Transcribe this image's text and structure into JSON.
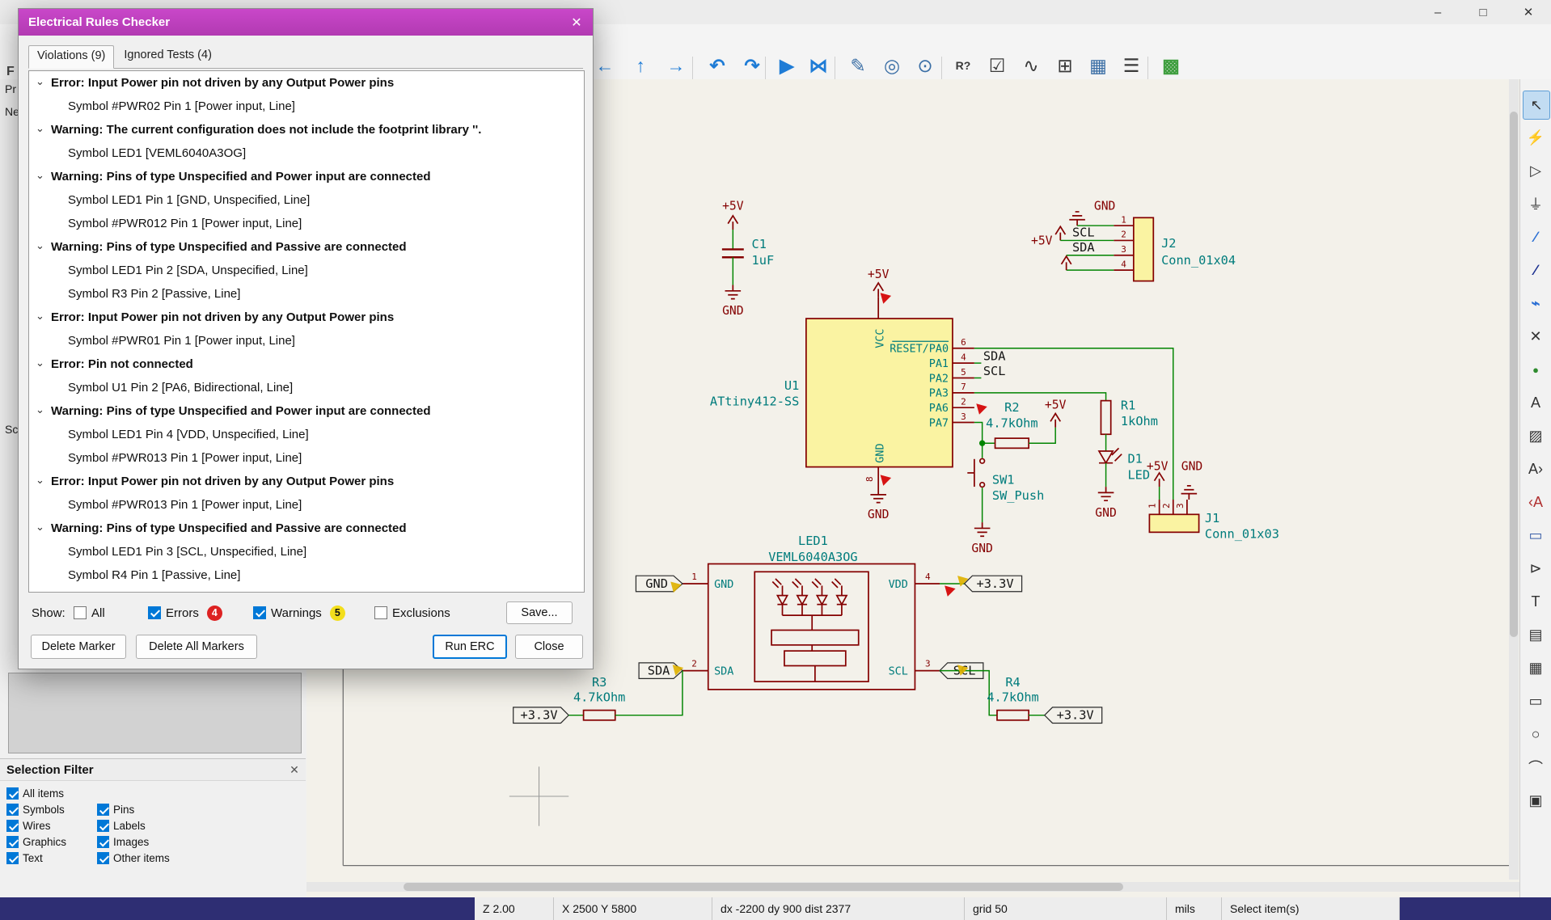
{
  "window": {
    "min": "–",
    "max": "□",
    "close": "✕"
  },
  "fragments": {
    "f": "F",
    "pr": "Pr",
    "ne": "Ne",
    "sc": "Sc"
  },
  "toolbar": {
    "icons": [
      {
        "name": "navigate-back",
        "glyph": "←"
      },
      {
        "name": "navigate-up",
        "glyph": "↑"
      },
      {
        "name": "navigate-forward",
        "glyph": "→"
      },
      {
        "name": "undo",
        "glyph": "↶"
      },
      {
        "name": "redo",
        "glyph": "↷"
      },
      {
        "name": "run",
        "glyph": "▶"
      },
      {
        "name": "mirror",
        "glyph": "⋈"
      },
      {
        "name": "edit-symbol",
        "glyph": "✎"
      },
      {
        "name": "find-symbol",
        "glyph": "◎"
      },
      {
        "name": "edit-footprint",
        "glyph": "⊙"
      },
      {
        "name": "annotate",
        "glyph": "R?"
      },
      {
        "name": "erc",
        "glyph": "☑"
      },
      {
        "name": "simulator",
        "glyph": "∿"
      },
      {
        "name": "assign-footprints",
        "glyph": "⊞"
      },
      {
        "name": "symbol-fields-table",
        "glyph": "▦"
      },
      {
        "name": "bom",
        "glyph": "☰"
      },
      {
        "name": "pcb-editor",
        "glyph": "▩"
      }
    ]
  },
  "rtoolbar": {
    "icons": [
      {
        "name": "cursor",
        "glyph": "↖"
      },
      {
        "name": "highlight-net",
        "glyph": "⚡"
      },
      {
        "name": "place-symbol",
        "glyph": "▷"
      },
      {
        "name": "place-power-port",
        "glyph": "⏚"
      },
      {
        "name": "draw-wire",
        "glyph": "∕"
      },
      {
        "name": "draw-bus",
        "glyph": "∕"
      },
      {
        "name": "bus-entry",
        "glyph": "⌁"
      },
      {
        "name": "no-connect-flag",
        "glyph": "✕"
      },
      {
        "name": "junction",
        "glyph": "●"
      },
      {
        "name": "net-label",
        "glyph": "A"
      },
      {
        "name": "netclass-directive",
        "glyph": "▨"
      },
      {
        "name": "global-label",
        "glyph": "A›"
      },
      {
        "name": "hierarchical-label",
        "glyph": "‹A"
      },
      {
        "name": "hierarchical-sheet",
        "glyph": "▭"
      },
      {
        "name": "sheet-pin",
        "glyph": "⊳"
      },
      {
        "name": "text",
        "glyph": "T"
      },
      {
        "name": "text-box",
        "glyph": "▤"
      },
      {
        "name": "table",
        "glyph": "▦"
      },
      {
        "name": "rectangle",
        "glyph": "▭"
      },
      {
        "name": "circle",
        "glyph": "○"
      },
      {
        "name": "arc",
        "glyph": "⌒"
      },
      {
        "name": "image",
        "glyph": "▣"
      }
    ]
  },
  "erc": {
    "title": "Electrical Rules Checker",
    "close_glyph": "✕",
    "chevron": "⌄",
    "tab_violations": "Violations (9)",
    "tab_ignored": "Ignored Tests (4)",
    "violations": [
      {
        "type": "error",
        "message": "Error: Input Power pin not driven by any Output Power pins",
        "items": [
          "Symbol #PWR02 Pin 1 [Power input, Line]"
        ]
      },
      {
        "type": "warning",
        "message": "Warning: The current configuration does not include the footprint library ''.",
        "items": [
          "Symbol LED1 [VEML6040A3OG]"
        ]
      },
      {
        "type": "warning",
        "message": "Warning: Pins of type Unspecified and Power input are connected",
        "items": [
          "Symbol LED1 Pin 1 [GND, Unspecified, Line]",
          "Symbol #PWR012 Pin 1 [Power input, Line]"
        ]
      },
      {
        "type": "warning",
        "message": "Warning: Pins of type Unspecified and Passive are connected",
        "items": [
          "Symbol LED1 Pin 2 [SDA, Unspecified, Line]",
          "Symbol R3 Pin 2 [Passive, Line]"
        ]
      },
      {
        "type": "error",
        "message": "Error: Input Power pin not driven by any Output Power pins",
        "items": [
          "Symbol #PWR01 Pin 1 [Power input, Line]"
        ]
      },
      {
        "type": "error",
        "message": "Error: Pin not connected",
        "items": [
          "Symbol U1 Pin 2 [PA6, Bidirectional, Line]"
        ]
      },
      {
        "type": "warning",
        "message": "Warning: Pins of type Unspecified and Power input are connected",
        "items": [
          "Symbol LED1 Pin 4 [VDD, Unspecified, Line]",
          "Symbol #PWR013 Pin 1 [Power input, Line]"
        ]
      },
      {
        "type": "error",
        "message": "Error: Input Power pin not driven by any Output Power pins",
        "items": [
          "Symbol #PWR013 Pin 1 [Power input, Line]"
        ]
      },
      {
        "type": "warning",
        "message": "Warning: Pins of type Unspecified and Passive are connected",
        "items": [
          "Symbol LED1 Pin 3 [SCL, Unspecified, Line]",
          "Symbol R4 Pin 1 [Passive, Line]"
        ]
      }
    ],
    "show_label": "Show:",
    "filter_all": "All",
    "filter_errors": "Errors",
    "errors_count": "4",
    "filter_warnings": "Warnings",
    "warnings_count": "5",
    "filter_exclusions": "Exclusions",
    "save": "Save...",
    "delete_marker": "Delete Marker",
    "delete_all": "Delete All Markers",
    "run_erc": "Run ERC",
    "close_btn": "Close"
  },
  "sel_filter": {
    "title": "Selection Filter",
    "close_glyph": "✕",
    "all": "All items",
    "symbols": "Symbols",
    "pins": "Pins",
    "wires": "Wires",
    "labels": "Labels",
    "graphics": "Graphics",
    "images": "Images",
    "text": "Text",
    "other": "Other items"
  },
  "status_bar": {
    "zoom": "Z 2.00",
    "position": "X 2500  Y 5800",
    "delta": "dx -2200  dy 900  dist 2377",
    "grid": "grid 50",
    "units": "mils",
    "hint": "Select item(s)"
  },
  "sch": {
    "p5v": "+5V",
    "gnd": "GND",
    "p3v3": "+3.3V",
    "sda": "SDA",
    "scl": "SCL",
    "vcc": "VCC",
    "vdd": "VDD",
    "n1": "1",
    "n2": "2",
    "n3": "3",
    "n4": "4",
    "n5": "5",
    "n6": "6",
    "n7": "7",
    "n8": "8",
    "c1_ref": "C1",
    "c1_val": "1uF",
    "j2_ref": "J2",
    "j2_val": "Conn_01x04",
    "u1_ref": "U1",
    "u1_val": "ATtiny412-SS",
    "pa0": "RESET/PA0",
    "pa1": "PA1",
    "pa2": "PA2",
    "pa3": "PA3",
    "pa6": "PA6",
    "pa7": "PA7",
    "r1_ref": "R1",
    "r1_val": "1kOhm",
    "r2_ref": "R2",
    "r2_val": "4.7kOhm",
    "r3_ref": "R3",
    "r3_val": "4.7kOhm",
    "r4_ref": "R4",
    "r4_val": "4.7kOhm",
    "d1_ref": "D1",
    "d1_val": "LED",
    "sw1_ref": "SW1",
    "sw1_val": "SW_Push",
    "j1_ref": "J1",
    "j1_val": "Conn_01x03",
    "led1_ref": "LED1",
    "led1_val": "VEML6040A3OG"
  }
}
